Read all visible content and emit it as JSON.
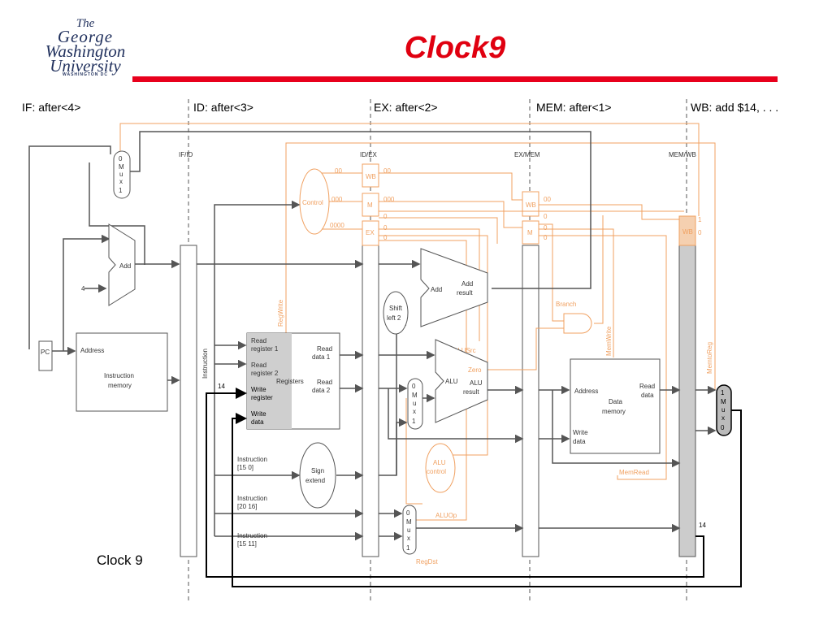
{
  "logo": {
    "line1": "The",
    "line2": "George",
    "line3": "Washington",
    "line4": "University",
    "line5": "WASHINGTON DC"
  },
  "title": "Clock9",
  "stages": {
    "if": "IF: after<4>",
    "id": "ID: after<3>",
    "ex": "EX: after<2>",
    "mem": "MEM: after<1>",
    "wb": "WB: add $14, . . ."
  },
  "pipeline_registers": {
    "ifid": "IF/ID",
    "idex": "ID/EX",
    "exmem": "EX/MEM",
    "memwb": "MEM/WB"
  },
  "clock_label": "Clock 9",
  "labels": {
    "pc": "PC",
    "address": "Address",
    "instruction_memory_1": "Instruction",
    "instruction_memory_2": "memory",
    "add": "Add",
    "four": "4",
    "mux": [
      "0",
      "M",
      "u",
      "x",
      "1"
    ],
    "control": "Control",
    "ctrl_wb": "WB",
    "ctrl_m": "M",
    "ctrl_ex": "EX",
    "v00": "00",
    "v000": "000",
    "v0000": "0000",
    "v0": "0",
    "v1": "1",
    "instruction_vertical": "Instruction",
    "regwrite": "RegWrite",
    "read_register_1a": "Read",
    "read_register_1b": "register 1",
    "read_register_2a": "Read",
    "read_register_2b": "register 2",
    "registers": "Registers",
    "write_register_a": "Write",
    "write_register_b": "register",
    "write_data_a": "Write",
    "write_data_b": "data",
    "read_data_1a": "Read",
    "read_data_1b": "data 1",
    "read_data_2a": "Read",
    "read_data_2b": "data 2",
    "fourteen": "14",
    "shift_left_a": "Shift",
    "shift_left_b": "left 2",
    "add_result_a": "Add",
    "add_result_b": "result",
    "alusrc": "ALUSrc",
    "alu": "ALU",
    "alu_result_a": "ALU",
    "alu_result_b": "result",
    "zero": "Zero",
    "branch": "Branch",
    "memwrite": "MemWrite",
    "memread": "MemRead",
    "memtoreg": "MemtoReg",
    "alu_control_a": "ALU",
    "alu_control_b": "control",
    "aluop": "ALUOp",
    "regdst": "RegDst",
    "sign_extend_a": "Sign",
    "sign_extend_b": "extend",
    "instr_15_0_a": "Instruction",
    "instr_15_0_b": "[15   0]",
    "instr_20_16_a": "Instruction",
    "instr_20_16_b": "[20   16]",
    "instr_15_11_a": "Instruction",
    "instr_15_11_b": "[15   11]",
    "dm_address": "Address",
    "dm_read_data_a": "Read",
    "dm_read_data_b": "data",
    "dm_data_memory_a": "Data",
    "dm_data_memory_b": "memory",
    "dm_write_data_a": "Write",
    "dm_write_data_b": "data"
  },
  "colors": {
    "title": "#e00010",
    "rule": "#e8001c",
    "control": "#f0a060",
    "datapath": "#555555",
    "active": "#000000"
  }
}
